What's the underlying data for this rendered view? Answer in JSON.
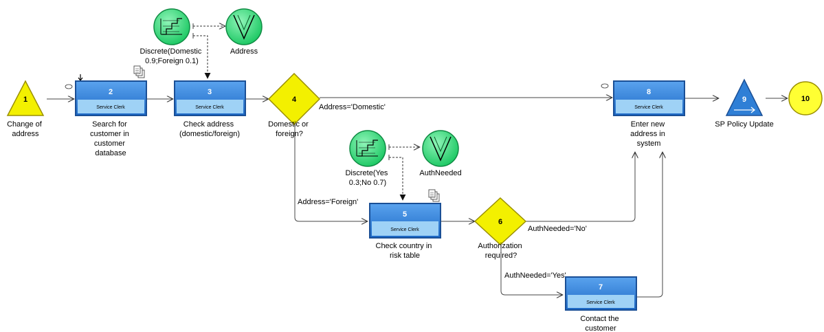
{
  "colors": {
    "task_fill": "#2f7fd6",
    "task_border": "#1a4f96",
    "task_role_band": "#9fd2f6",
    "decision_fill": "#f3f000",
    "start_fill": "#f3f000",
    "end_fill": "#ffff33",
    "random_fill": "#2ee67c",
    "subprocess_fill": "#2f7fd6"
  },
  "icons": {
    "random": "step-function-icon",
    "attribute": "v-check-icon",
    "documents": "document-stack-icon",
    "subprocess": "arrow-right-icon"
  },
  "nodes": {
    "n1": {
      "num": "1",
      "label": [
        "Change of",
        "address"
      ]
    },
    "n2": {
      "num": "2",
      "role": "Service Clerk",
      "label": [
        "Search for",
        "customer in",
        "customer",
        "database"
      ]
    },
    "n3": {
      "num": "3",
      "role": "Service Clerk",
      "label": [
        "Check address",
        "(domestic/foreign)"
      ]
    },
    "n4": {
      "num": "4",
      "label": [
        "Domestic or",
        "foreign?"
      ]
    },
    "n5": {
      "num": "5",
      "role": "Service Clerk",
      "label": [
        "Check country in",
        "risk table"
      ]
    },
    "n6": {
      "num": "6",
      "label": [
        "Authorization",
        "required?"
      ]
    },
    "n7": {
      "num": "7",
      "role": "Service Clerk",
      "label": [
        "Contact the",
        "customer"
      ]
    },
    "n8": {
      "num": "8",
      "role": "Service Clerk",
      "label": [
        "Enter new",
        "address in",
        "system"
      ]
    },
    "n9": {
      "num": "9",
      "label": [
        "SP Policy Update"
      ]
    },
    "n10": {
      "num": "10"
    }
  },
  "random_generators": {
    "r1": {
      "label": [
        "Discrete(Domestic",
        "0.9;Foreign 0.1)"
      ]
    },
    "r2": {
      "label": [
        "Discrete(Yes",
        "0.3;No 0.7)"
      ]
    }
  },
  "attributes": {
    "a1": {
      "label": "Address"
    },
    "a2": {
      "label": "AuthNeeded"
    }
  },
  "edge_labels": {
    "domestic": "Address='Domestic'",
    "foreign": "Address='Foreign'",
    "auth_no": "AuthNeeded='No'",
    "auth_yes": "AuthNeeded='Yes'"
  }
}
